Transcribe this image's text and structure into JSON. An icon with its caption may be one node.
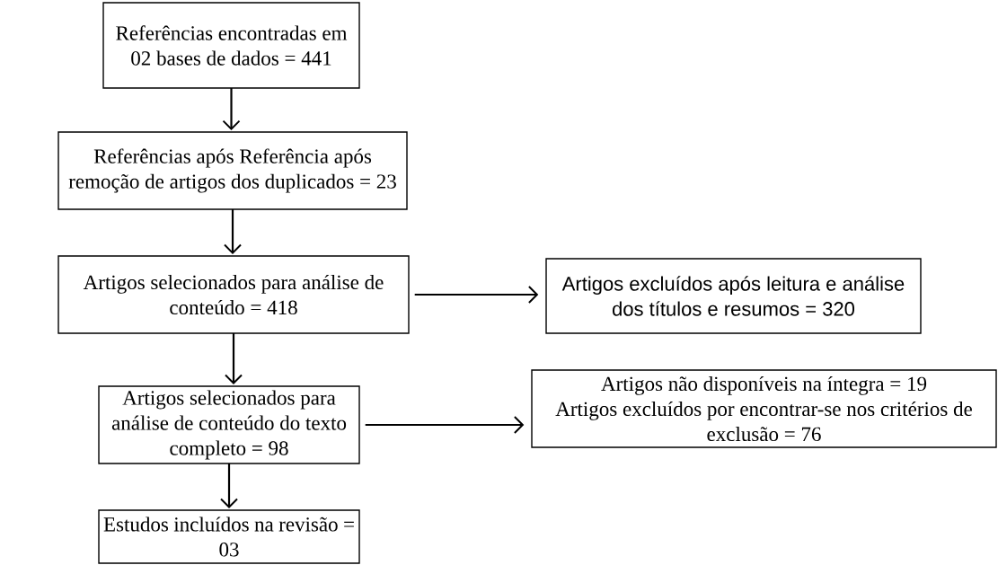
{
  "diagram": {
    "nodes": [
      {
        "text": [
          "Referências encontradas em 02 bases de dados = 441"
        ]
      },
      {
        "text": [
          "Referências após Referência após remoção de artigos dos duplicados = 23"
        ]
      },
      {
        "text": [
          "Artigos selecionados para análise de conteúdo = 418"
        ]
      },
      {
        "text": [
          "Artigos excluídos após leitura e análise dos títulos e resumos = 320"
        ]
      },
      {
        "text": [
          "Artigos selecionados para análise de conteúdo do texto completo = 98"
        ]
      },
      {
        "text": [
          "Artigos não disponíveis na íntegra = 19",
          "Artigos excluídos por encontrar-se nos critérios de exclusão = 76"
        ]
      },
      {
        "text": [
          "Estudos incluídos na revisão = 03"
        ]
      }
    ],
    "edges": [
      {
        "from": 0,
        "to": 1,
        "arrow": "to"
      },
      {
        "from": 1,
        "to": 2,
        "arrow": "to"
      },
      {
        "from": 2,
        "to": 3,
        "arrow": "to"
      },
      {
        "from": 2,
        "to": 4,
        "arrow": "to"
      },
      {
        "from": 4,
        "to": 5,
        "arrow": "to"
      },
      {
        "from": 4,
        "to": 6,
        "arrow": "to"
      }
    ]
  }
}
